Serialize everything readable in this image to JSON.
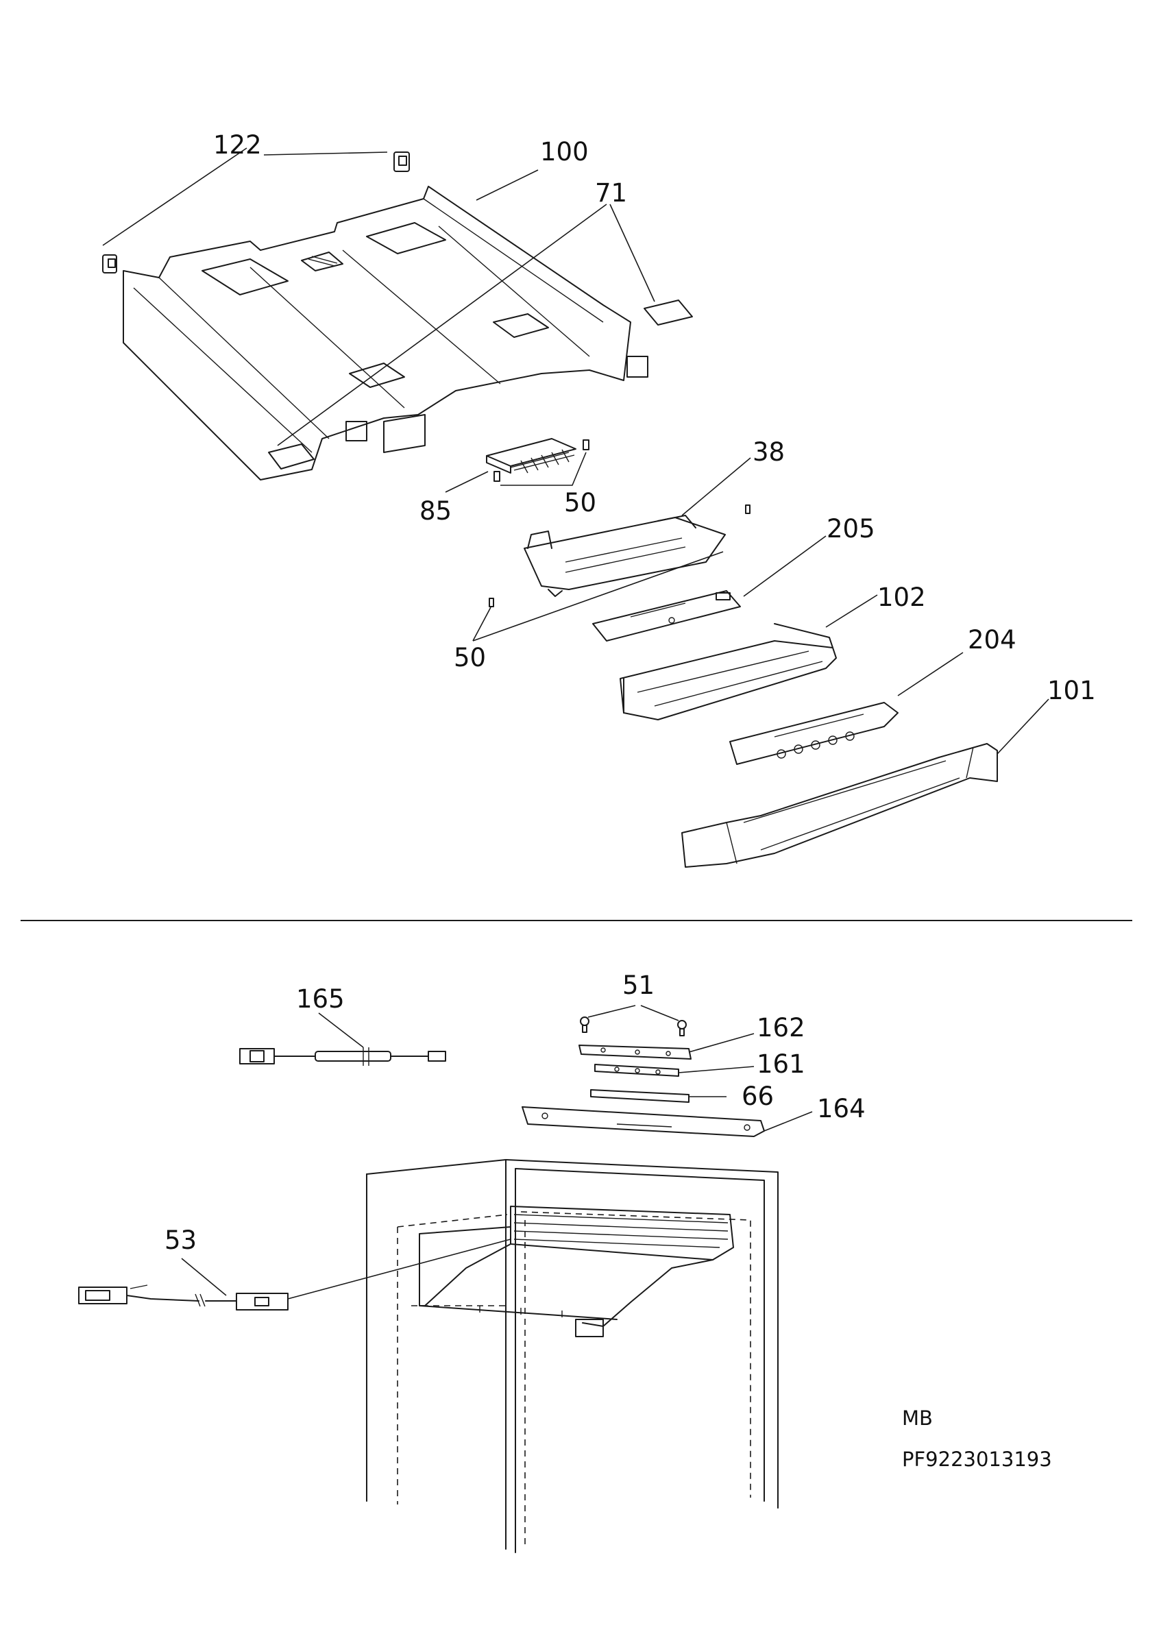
{
  "callouts": {
    "p122": "122",
    "p100": "100",
    "p71": "71",
    "p85": "85",
    "p50a": "50",
    "p38": "38",
    "p205": "205",
    "p50b": "50",
    "p102": "102",
    "p204": "204",
    "p101": "101",
    "p165": "165",
    "p51": "51",
    "p162": "162",
    "p161": "161",
    "p66": "66",
    "p164": "164",
    "p53": "53"
  },
  "footer": {
    "section_code": "MB",
    "part_number": "PF9223013193"
  }
}
